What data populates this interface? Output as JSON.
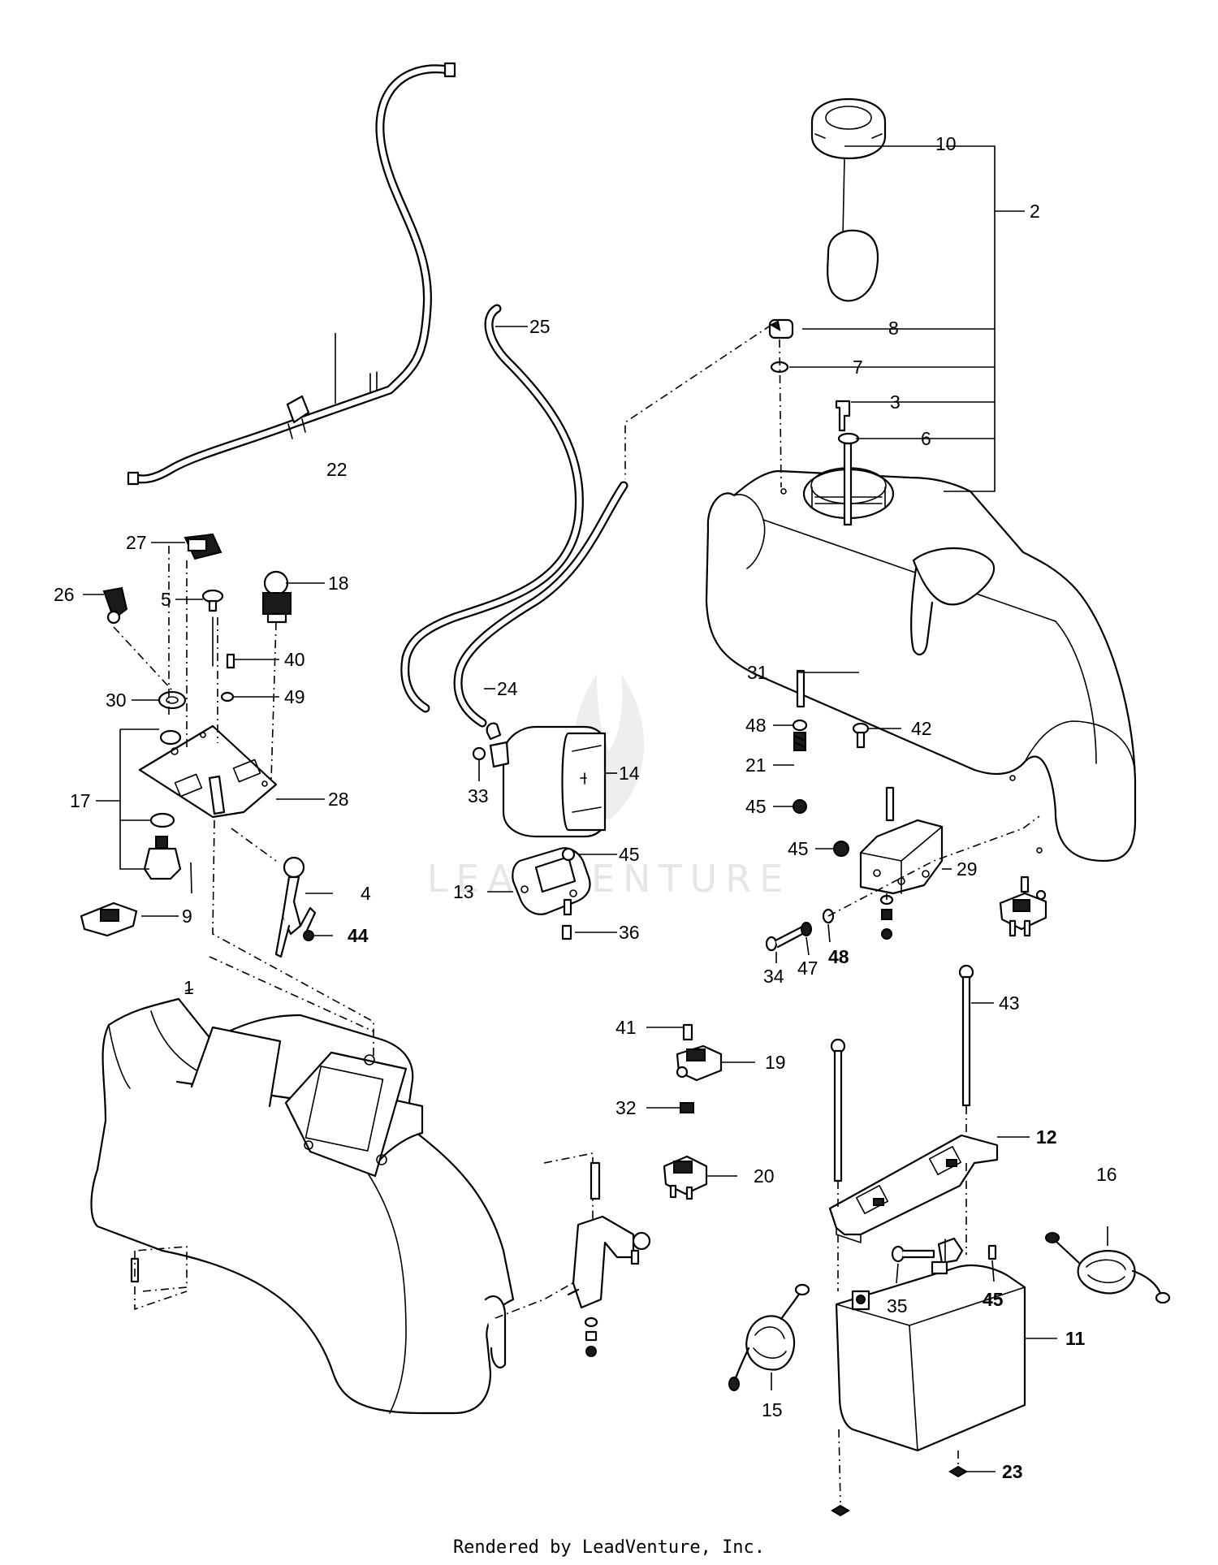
{
  "watermark": "LEADVENTURE",
  "footer": "Rendered by LeadVenture, Inc.",
  "callouts": {
    "c1": "1",
    "c2": "2",
    "c3": "3",
    "c4": "4",
    "c5": "5",
    "c6": "6",
    "c7": "7",
    "c8": "8",
    "c9": "9",
    "c10": "10",
    "c11": "11",
    "c12": "12",
    "c13": "13",
    "c14": "14",
    "c15": "15",
    "c16": "16",
    "c17": "17",
    "c18": "18",
    "c19": "19",
    "c20": "20",
    "c21": "21",
    "c22": "22",
    "c23": "23",
    "c24": "24",
    "c25": "25",
    "c26": "26",
    "c27": "27",
    "c28": "28",
    "c29": "29",
    "c30": "30",
    "c31": "31",
    "c32": "32",
    "c33": "33",
    "c34": "34",
    "c35": "35",
    "c36": "36",
    "c40": "40",
    "c41": "41",
    "c42": "42",
    "c43": "43",
    "c44": "44",
    "c45a": "45",
    "c45b": "45",
    "c45c": "45",
    "c45d": "45",
    "c47": "47",
    "c48a": "48",
    "c48b": "48",
    "c49": "49"
  }
}
